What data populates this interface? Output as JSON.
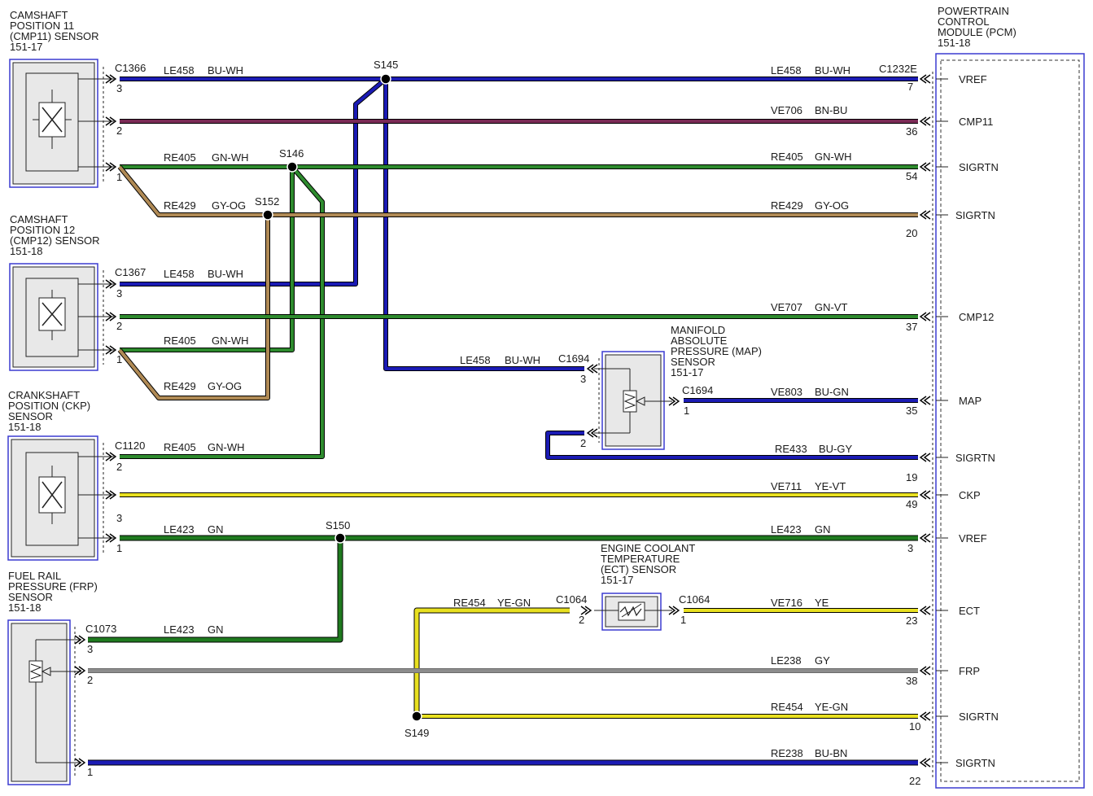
{
  "components": {
    "cmp11": {
      "lines": [
        "CAMSHAFT",
        "POSITION 11",
        "(CMP11) SENSOR",
        "151-17"
      ]
    },
    "cmp12": {
      "lines": [
        "CAMSHAFT",
        "POSITION 12",
        "(CMP12) SENSOR",
        "151-18"
      ]
    },
    "ckp": {
      "lines": [
        "CRANKSHAFT",
        "POSITION (CKP)",
        "SENSOR",
        "151-18"
      ]
    },
    "frp": {
      "lines": [
        "FUEL RAIL",
        "PRESSURE (FRP)",
        "SENSOR",
        "151-18"
      ]
    },
    "map": {
      "lines": [
        "MANIFOLD",
        "ABSOLUTE",
        "PRESSURE (MAP)",
        "SENSOR",
        "151-17"
      ]
    },
    "ect": {
      "lines": [
        "ENGINE COOLANT",
        "TEMPERATURE",
        "(ECT) SENSOR",
        "151-17"
      ]
    },
    "pcm": {
      "lines": [
        "POWERTRAIN",
        "CONTROL",
        "MODULE (PCM)",
        "151-18"
      ]
    }
  },
  "pcm_pins": [
    {
      "label": "VREF",
      "pin": "7"
    },
    {
      "label": "CMP11",
      "pin": "36"
    },
    {
      "label": "SIGRTN",
      "pin": "54"
    },
    {
      "label": "SIGRTN",
      "pin": "20"
    },
    {
      "label": "CMP12",
      "pin": "37"
    },
    {
      "label": "MAP",
      "pin": "35"
    },
    {
      "label": "SIGRTN",
      "pin": "19"
    },
    {
      "label": "CKP",
      "pin": "49"
    },
    {
      "label": "VREF",
      "pin": "3"
    },
    {
      "label": "ECT",
      "pin": "23"
    },
    {
      "label": "FRP",
      "pin": "38"
    },
    {
      "label": "SIGRTN",
      "pin": "10"
    },
    {
      "label": "SIGRTN",
      "pin": "22"
    }
  ],
  "splices": [
    "S145",
    "S146",
    "S152",
    "S150",
    "S149"
  ],
  "connectors": {
    "pcm": "C1232E",
    "cmp11": "C1366",
    "cmp12": "C1367",
    "ckp": "C1120",
    "frp": "C1073",
    "map_in": "C1694",
    "map_out": "C1694",
    "ect_in": "C1064",
    "ect_out": "C1064"
  },
  "wire_labels": [
    {
      "circuit": "LE458",
      "color": "BU-WH"
    },
    {
      "circuit": "LE458",
      "color": "BU-WH"
    },
    {
      "circuit": "VE706",
      "color": "BN-BU"
    },
    {
      "circuit": "RE405",
      "color": "GN-WH"
    },
    {
      "circuit": "RE405",
      "color": "GN-WH"
    },
    {
      "circuit": "RE429",
      "color": "GY-OG"
    },
    {
      "circuit": "RE429",
      "color": "GY-OG"
    },
    {
      "circuit": "LE458",
      "color": "BU-WH"
    },
    {
      "circuit": "VE707",
      "color": "GN-VT"
    },
    {
      "circuit": "RE405",
      "color": "GN-WH"
    },
    {
      "circuit": "RE429",
      "color": "GY-OG"
    },
    {
      "circuit": "LE458",
      "color": "BU-WH"
    },
    {
      "circuit": "VE803",
      "color": "BU-GN"
    },
    {
      "circuit": "RE405",
      "color": "GN-WH"
    },
    {
      "circuit": "RE433",
      "color": "BU-GY"
    },
    {
      "circuit": "VE711",
      "color": "YE-VT"
    },
    {
      "circuit": "LE423",
      "color": "GN"
    },
    {
      "circuit": "LE423",
      "color": "GN"
    },
    {
      "circuit": "RE454",
      "color": "YE-GN"
    },
    {
      "circuit": "VE716",
      "color": "YE"
    },
    {
      "circuit": "LE423",
      "color": "GN"
    },
    {
      "circuit": "LE238",
      "color": "GY"
    },
    {
      "circuit": "RE454",
      "color": "YE-GN"
    },
    {
      "circuit": "RE238",
      "color": "BU-BN"
    }
  ],
  "sensor_pins": {
    "cmp11": [
      "3",
      "2",
      "1"
    ],
    "cmp12": [
      "3",
      "2",
      "1"
    ],
    "ckp": [
      "2",
      "3",
      "1"
    ],
    "frp": [
      "3",
      "2",
      "1"
    ],
    "map": [
      "3",
      "1",
      "2"
    ],
    "ect": [
      "2",
      "1"
    ]
  },
  "wire_colors": {
    "blue": "#1b1bb4",
    "brown_blue": "#7a2a55",
    "green": "#2e8b2e",
    "dark_green": "#1f7a1f",
    "tan": "#b08a55",
    "yellow": "#e8e020",
    "gray": "#8c8c8c",
    "component_border": "#3b3bd0"
  }
}
